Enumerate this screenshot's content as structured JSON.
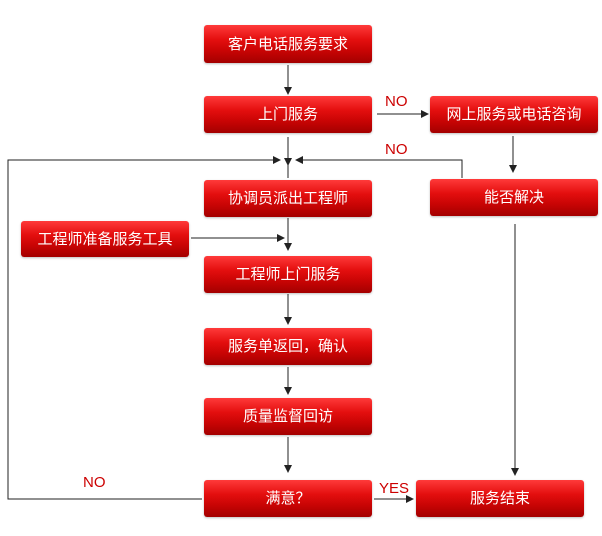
{
  "nodes": {
    "request": "客户电话服务要求",
    "onsite": "上门服务",
    "online": "网上服务或电话咨询",
    "solvable": "能否解决",
    "dispatch": "协调员派出工程师",
    "prepare_tools": "工程师准备服务工具",
    "engineer_onsite": "工程师上门服务",
    "return_confirm": "服务单返回，确认",
    "quality_visit": "质量监督回访",
    "satisfied": "满意？",
    "end": "服务结束"
  },
  "edge_labels": {
    "onsite_no": "NO",
    "solvable_no": "NO",
    "satisfied_no": "NO",
    "satisfied_yes": "YES"
  },
  "colors": {
    "box_top": "#ff3a3a",
    "box_bottom": "#a30000",
    "label": "#cc0000",
    "line": "#222222"
  }
}
